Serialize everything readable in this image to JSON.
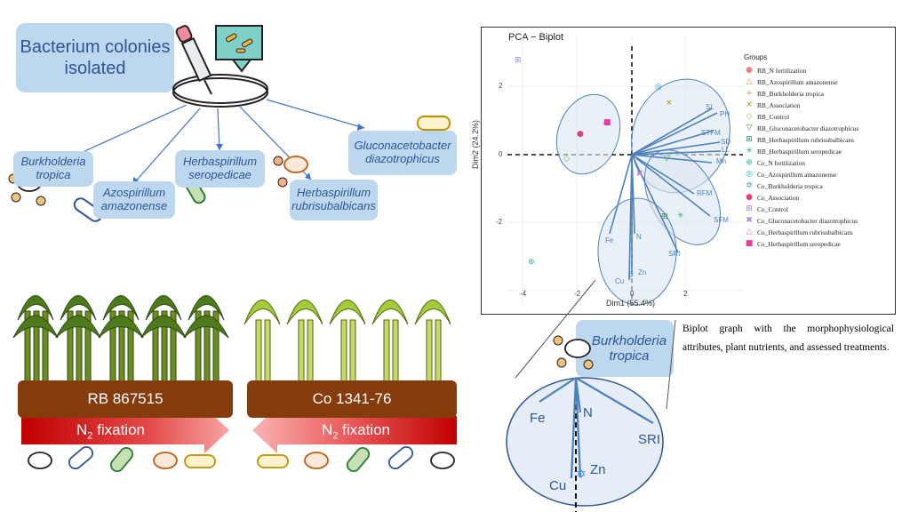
{
  "left": {
    "title": "Bacterium colonies isolated",
    "bacteria": [
      {
        "name": "Burkholderia tropica"
      },
      {
        "name": "Azospirillum amazonense"
      },
      {
        "name": "Herbaspirillum seropedicae"
      },
      {
        "name": "Herbaspirillum rubrisubalbicans"
      },
      {
        "name": "Gluconacetobacter diazotrophicus"
      }
    ],
    "varieties": {
      "left": "RB 867515",
      "right": "Co 1341-76"
    },
    "fixation": {
      "prefix": "N",
      "sub": "2",
      "suffix": " fixation"
    },
    "colors": {
      "label_bg": "#bdd7ee",
      "label_text": "#2f5597",
      "soil": "#843c0c",
      "arrow_left_variety": "#c00000",
      "arrow_right_variety": "#f4a6a6"
    }
  },
  "pca": {
    "title": "PCA − Biplot",
    "xlabel": "Dim1 (55.4%)",
    "ylabel": "Dim2 (24.2%)",
    "xticks": [
      "-4",
      "-2",
      "0",
      "2"
    ],
    "yticks": [
      "2",
      "0",
      "-2"
    ],
    "legend_title": "Groups",
    "legend": [
      {
        "label": "RB_N fertilization",
        "color": "#f08080",
        "symbol": "●"
      },
      {
        "label": "RB_Azospirillum amazonense",
        "color": "#e69138",
        "symbol": "△"
      },
      {
        "label": "RB_Burkholderia tropica",
        "color": "#e69138",
        "symbol": "+"
      },
      {
        "label": "RB_Association",
        "color": "#b08a00",
        "symbol": "×"
      },
      {
        "label": "RB_Control",
        "color": "#8bb33b",
        "symbol": "◇"
      },
      {
        "label": "RB_Gluconacetobacter diazotrophicus",
        "color": "#3a9b3a",
        "symbol": "▽"
      },
      {
        "label": "RB_Herbaspirillum rubrisubalbicans",
        "color": "#2e8b57",
        "symbol": "⊞"
      },
      {
        "label": "RB_Herbaspirillum seropedicae",
        "color": "#20b27a",
        "symbol": "✳"
      },
      {
        "label": "Co_N fertilization",
        "color": "#1fb5b5",
        "symbol": "⊕"
      },
      {
        "label": "Co_Azospirillum amazonense",
        "color": "#26a8d8",
        "symbol": "◎"
      },
      {
        "label": "Co_Burkholderia tropica",
        "color": "#3b8ee0",
        "symbol": "✡"
      },
      {
        "label": "Co_Association",
        "color": "#e0407b",
        "symbol": "●"
      },
      {
        "label": "Co_Control",
        "color": "#8a8ae6",
        "symbol": "⊞"
      },
      {
        "label": "Co_Gluconacetobacter diazotrophicus",
        "color": "#b07de0",
        "symbol": "✖"
      },
      {
        "label": "Co_Herbaspirillum rubrisubalbicans",
        "color": "#e070d0",
        "symbol": "△"
      },
      {
        "label": "Co_Herbaspirillum seropedicae",
        "color": "#e040a0",
        "symbol": "■"
      }
    ],
    "variables": [
      "SL",
      "PH",
      "STFM",
      "SD",
      "LL",
      "Mn",
      "RFM",
      "SFM",
      "SRI",
      "N",
      "Fe",
      "Zn",
      "Cu"
    ]
  },
  "caption": "Biplot graph with the morphophysiological attributes, plant nutrients, and assessed treatments.",
  "zoom": {
    "label": "Burkholderia tropica",
    "variables": [
      "Fe",
      "N",
      "SRI",
      "Zn",
      "Cu"
    ]
  }
}
